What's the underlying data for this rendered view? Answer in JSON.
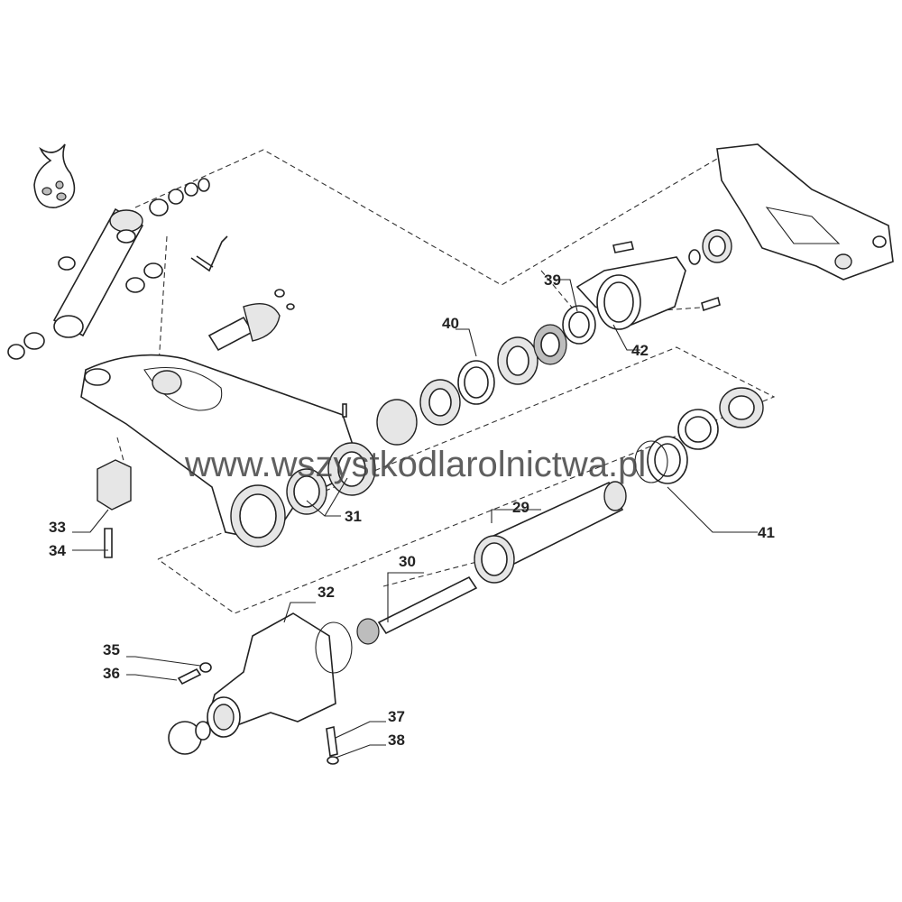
{
  "watermark": "www.wszystkodlarolnictwa.pl",
  "callouts": [
    {
      "id": "c29",
      "text": "29"
    },
    {
      "id": "c30",
      "text": "30"
    },
    {
      "id": "c31",
      "text": "31"
    },
    {
      "id": "c32",
      "text": "32"
    },
    {
      "id": "c33",
      "text": "33"
    },
    {
      "id": "c34",
      "text": "34"
    },
    {
      "id": "c35",
      "text": "35"
    },
    {
      "id": "c36",
      "text": "36"
    },
    {
      "id": "c37",
      "text": "37"
    },
    {
      "id": "c38",
      "text": "38"
    },
    {
      "id": "c39",
      "text": "39"
    },
    {
      "id": "c40",
      "text": "40"
    },
    {
      "id": "c41",
      "text": "41"
    },
    {
      "id": "c42",
      "text": "42"
    }
  ],
  "colors": {
    "ink": "#222222",
    "background": "#ffffff",
    "part_shade": "#e6e6e6"
  }
}
